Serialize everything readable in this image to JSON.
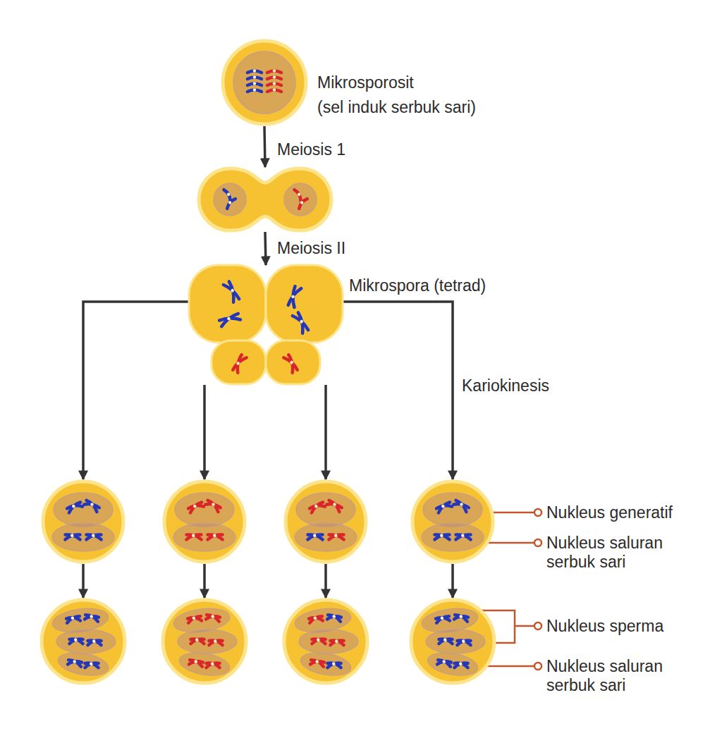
{
  "diagram": {
    "nodes": [
      {
        "text": [
          "Mikrosporosit",
          "(sel induk serbuk sari)"
        ]
      },
      {
        "text": []
      },
      {
        "text": [
          "Mikrospora (tetrad)"
        ]
      },
      {
        "text": []
      },
      {
        "text": []
      },
      {
        "text": []
      },
      {
        "text": []
      },
      {
        "text": []
      },
      {
        "text": []
      },
      {
        "text": []
      },
      {
        "text": []
      }
    ],
    "edges": [
      {
        "from": 0,
        "to": 1,
        "arrow": "to",
        "label": "Meiosis 1"
      },
      {
        "from": 1,
        "to": 2,
        "arrow": "to",
        "label": "Meiosis II"
      },
      {
        "from": 2,
        "to": 3,
        "arrow": "to"
      },
      {
        "from": 2,
        "to": 4,
        "arrow": "to"
      },
      {
        "from": 2,
        "to": 5,
        "arrow": "to"
      },
      {
        "from": 2,
        "to": 6,
        "arrow": "to",
        "label": "Kariokinesis"
      },
      {
        "from": 3,
        "to": 7,
        "arrow": "to"
      },
      {
        "from": 4,
        "to": 8,
        "arrow": "to"
      },
      {
        "from": 5,
        "to": 9,
        "arrow": "to"
      },
      {
        "from": 6,
        "to": 10,
        "arrow": "to"
      }
    ],
    "labels": [
      "Nukleus generatif",
      "Nukleus saluran serbuk sari",
      "Nukleus sperma",
      "Nukleus saluran serbuk sari"
    ]
  }
}
